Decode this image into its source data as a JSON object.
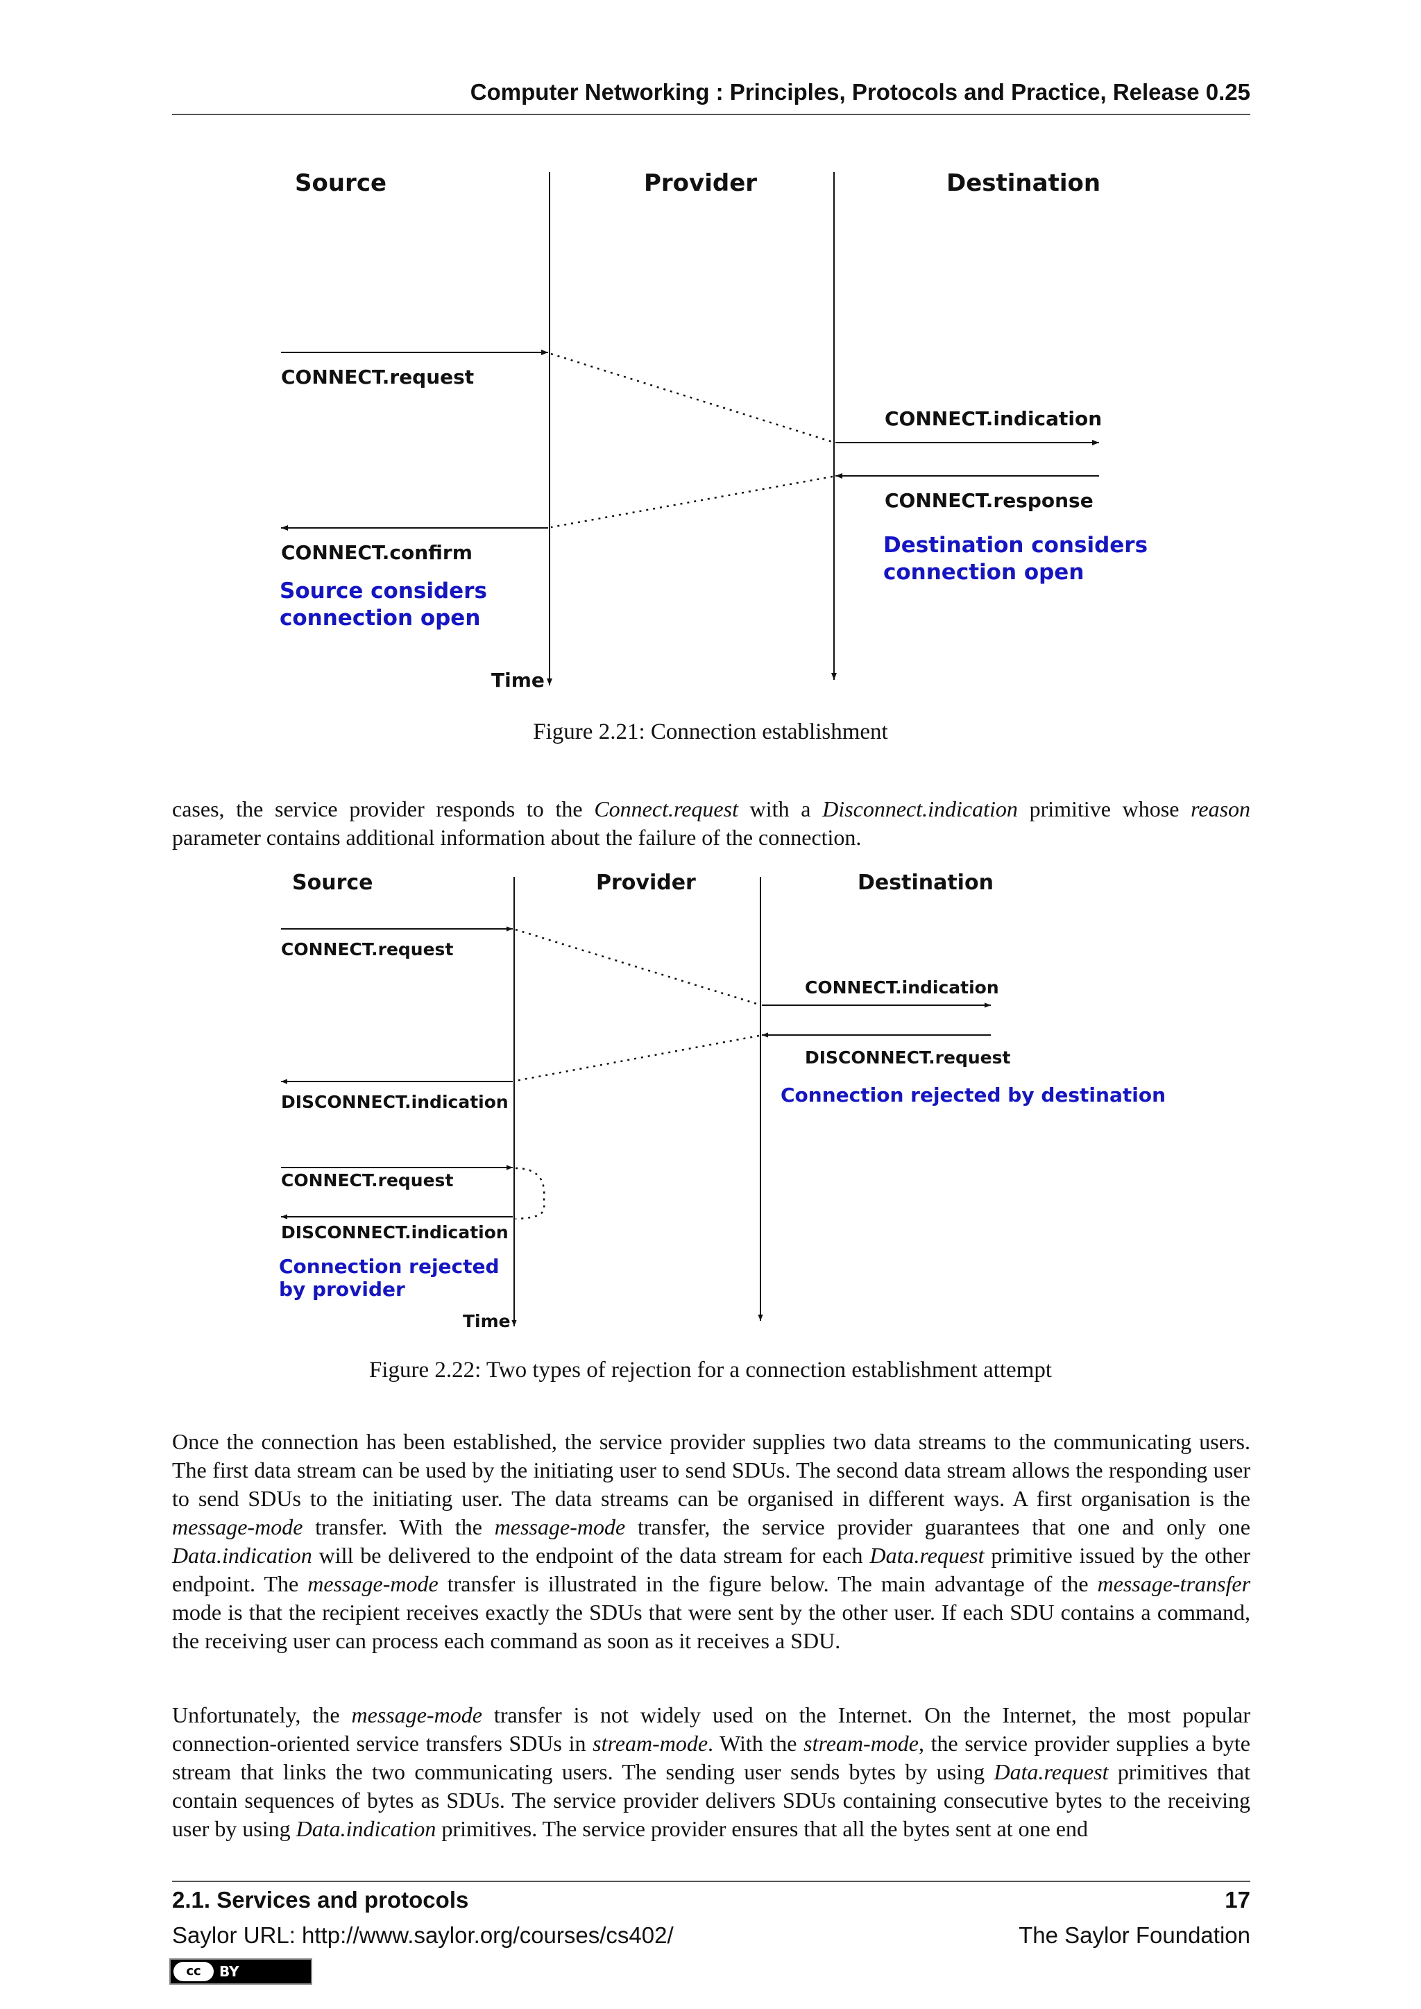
{
  "header": {
    "title": "Computer Networking : Principles, Protocols and Practice, Release 0.25"
  },
  "figure1": {
    "headings": {
      "source": "Source",
      "provider": "Provider",
      "destination": "Destination"
    },
    "primitives": {
      "connect_request": "CONNECT.request",
      "connect_indication": "CONNECT.indication",
      "connect_response": "CONNECT.response",
      "connect_confirm": "CONNECT.confirm"
    },
    "notes": {
      "dest_line1": "Destination considers",
      "dest_line2": "connection open",
      "src_line1": "Source considers",
      "src_line2": "connection open"
    },
    "time_label": "Time",
    "caption": "Figure 2.21: Connection establishment"
  },
  "para1": {
    "t1": "cases, the service provider responds to the ",
    "i1": "Connect.request",
    "t2": " with a ",
    "i2": "Disconnect.indication",
    "t3": " primitive whose ",
    "i3": "reason",
    "t4": " parameter contains additional information about the failure of the connection."
  },
  "figure2": {
    "headings": {
      "source": "Source",
      "provider": "Provider",
      "destination": "Destination"
    },
    "primitives": {
      "connect_request": "CONNECT.request",
      "connect_indication": "CONNECT.indication",
      "disconnect_request": "DISCONNECT.request",
      "disconnect_indication": "DISCONNECT.indication",
      "connect_request_2": "CONNECT.request",
      "disconnect_indication_2": "DISCONNECT.indication"
    },
    "notes": {
      "rejected_dest": "Connection rejected by destination",
      "rejected_prov_line1": "Connection rejected",
      "rejected_prov_line2": "by provider"
    },
    "time_label": "Time",
    "caption": "Figure 2.22: Two types of rejection for a connection establishment attempt"
  },
  "para2": {
    "t1": "Once the connection has been established, the service provider supplies two data streams to the communicating users. The first data stream can be used by the initiating user to send SDUs. The second data stream allows the responding user to send SDUs to the initiating user. The data streams can be organised in different ways. A first organisation is the ",
    "i1": "message-mode",
    "t2": " transfer. With the ",
    "i2": "message-mode",
    "t3": " transfer, the service provider guarantees that one and only one ",
    "i3": "Data.indication",
    "t4": " will be delivered to the endpoint of the data stream for each ",
    "i4": "Data.request",
    "t5": " primitive issued by the other endpoint. The ",
    "i5": "message-mode",
    "t6": " transfer is illustrated in the figure below. The main advantage of the ",
    "i6": "message-transfer",
    "t7": " mode is that the recipient receives exactly the SDUs that were sent by the other user. If each SDU contains a command, the receiving user can process each command as soon as it receives a SDU."
  },
  "para3": {
    "t1": "Unfortunately, the ",
    "i1": "message-mode",
    "t2": " transfer is not widely used on the Internet. On the Internet, the most popular connection-oriented service transfers SDUs in ",
    "i2": "stream-mode",
    "t3": ". With the ",
    "i3": "stream-mode",
    "t4": ", the service provider supplies a byte stream that links the two communicating users. The sending user sends bytes by using ",
    "i4": "Data.request",
    "t5": " primitives that contain sequences of bytes as SDUs. The service provider delivers SDUs containing consecutive bytes to the receiving user by using ",
    "i5": "Data.indication",
    "t6": " primitives. The service provider ensures that all the bytes sent at one end"
  },
  "footer": {
    "section": "2.1. Services and protocols",
    "page": "17",
    "url": "Saylor URL: http://www.saylor.org/courses/cs402/",
    "org": "The Saylor Foundation",
    "license_logo": "cc",
    "license_by": "BY"
  }
}
